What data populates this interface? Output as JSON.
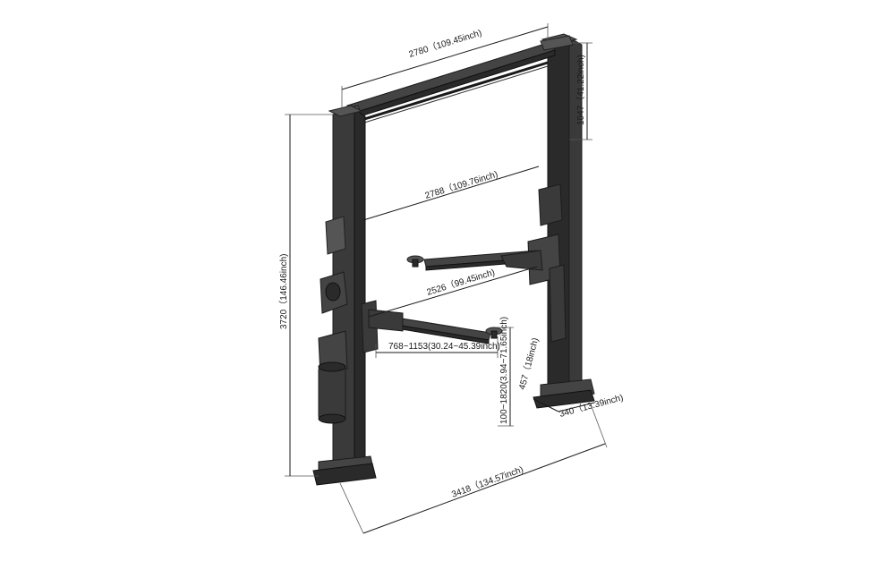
{
  "dimensions": {
    "top_width": "2780（109.45inch)",
    "top_height": "1047（41.22inch)",
    "inner_width": "2788（109.76inch)",
    "arm_reach": "2526（99.45inch)",
    "arm_length": "768~1153(30.24~45.39inch)",
    "lift_height": "100~1820(3.94~71.65inch)",
    "base_depth": "457（18inch)",
    "base_width": "340（13.39inch)",
    "total_height": "3720（146.46inch)",
    "total_width": "3418（134.57inch)"
  },
  "colors": {
    "steel": "#3a3a3a",
    "dimension": "#1a1a1a"
  }
}
